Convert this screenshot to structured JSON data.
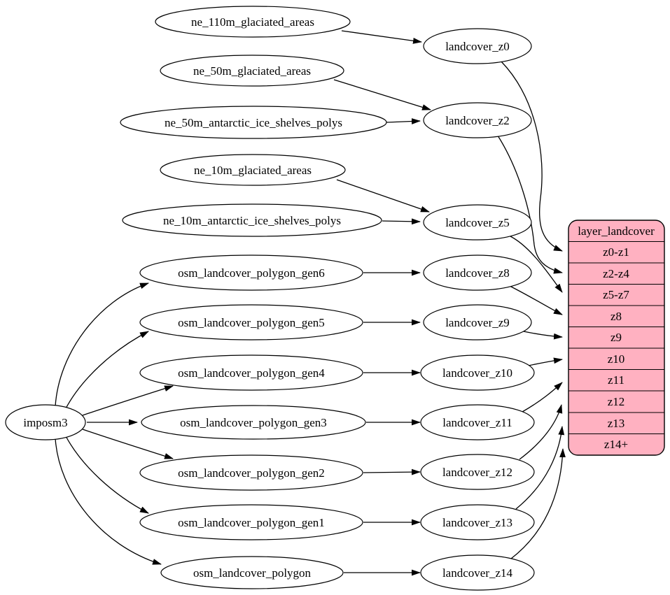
{
  "diagram": {
    "kind": "graphviz-dataflow",
    "colors": {
      "background": "#ffffff",
      "node_fill": "#ffffff",
      "node_stroke": "#000000",
      "edge": "#000000",
      "table_fill": "#ffb1c1",
      "text": "#000000"
    },
    "importer": {
      "label": "imposm3"
    },
    "sources": [
      {
        "id": "ne_110m_glaciated_areas",
        "label": "ne_110m_glaciated_areas"
      },
      {
        "id": "ne_50m_glaciated_areas",
        "label": "ne_50m_glaciated_areas"
      },
      {
        "id": "ne_50m_antarctic_ice_shelves_polys",
        "label": "ne_50m_antarctic_ice_shelves_polys"
      },
      {
        "id": "ne_10m_glaciated_areas",
        "label": "ne_10m_glaciated_areas"
      },
      {
        "id": "ne_10m_antarctic_ice_shelves_polys",
        "label": "ne_10m_antarctic_ice_shelves_polys"
      },
      {
        "id": "osm_landcover_polygon_gen6",
        "label": "osm_landcover_polygon_gen6"
      },
      {
        "id": "osm_landcover_polygon_gen5",
        "label": "osm_landcover_polygon_gen5"
      },
      {
        "id": "osm_landcover_polygon_gen4",
        "label": "osm_landcover_polygon_gen4"
      },
      {
        "id": "osm_landcover_polygon_gen3",
        "label": "osm_landcover_polygon_gen3"
      },
      {
        "id": "osm_landcover_polygon_gen2",
        "label": "osm_landcover_polygon_gen2"
      },
      {
        "id": "osm_landcover_polygon_gen1",
        "label": "osm_landcover_polygon_gen1"
      },
      {
        "id": "osm_landcover_polygon",
        "label": "osm_landcover_polygon"
      }
    ],
    "intermediates": [
      {
        "id": "landcover_z0",
        "label": "landcover_z0"
      },
      {
        "id": "landcover_z2",
        "label": "landcover_z2"
      },
      {
        "id": "landcover_z5",
        "label": "landcover_z5"
      },
      {
        "id": "landcover_z8",
        "label": "landcover_z8"
      },
      {
        "id": "landcover_z9",
        "label": "landcover_z9"
      },
      {
        "id": "landcover_z10",
        "label": "landcover_z10"
      },
      {
        "id": "landcover_z11",
        "label": "landcover_z11"
      },
      {
        "id": "landcover_z12",
        "label": "landcover_z12"
      },
      {
        "id": "landcover_z13",
        "label": "landcover_z13"
      },
      {
        "id": "landcover_z14",
        "label": "landcover_z14"
      }
    ],
    "table": {
      "title": "layer_landcover",
      "rows": [
        "z0-z1",
        "z2-z4",
        "z5-z7",
        "z8",
        "z9",
        "z10",
        "z11",
        "z12",
        "z13",
        "z14+"
      ]
    },
    "edges": [
      {
        "from": "imposm3",
        "to": "osm_landcover_polygon_gen6"
      },
      {
        "from": "imposm3",
        "to": "osm_landcover_polygon_gen5"
      },
      {
        "from": "imposm3",
        "to": "osm_landcover_polygon_gen4"
      },
      {
        "from": "imposm3",
        "to": "osm_landcover_polygon_gen3"
      },
      {
        "from": "imposm3",
        "to": "osm_landcover_polygon_gen2"
      },
      {
        "from": "imposm3",
        "to": "osm_landcover_polygon_gen1"
      },
      {
        "from": "imposm3",
        "to": "osm_landcover_polygon"
      },
      {
        "from": "ne_110m_glaciated_areas",
        "to": "landcover_z0"
      },
      {
        "from": "ne_50m_glaciated_areas",
        "to": "landcover_z2"
      },
      {
        "from": "ne_50m_antarctic_ice_shelves_polys",
        "to": "landcover_z2"
      },
      {
        "from": "ne_10m_glaciated_areas",
        "to": "landcover_z5"
      },
      {
        "from": "ne_10m_antarctic_ice_shelves_polys",
        "to": "landcover_z5"
      },
      {
        "from": "osm_landcover_polygon_gen6",
        "to": "landcover_z8"
      },
      {
        "from": "osm_landcover_polygon_gen5",
        "to": "landcover_z9"
      },
      {
        "from": "osm_landcover_polygon_gen4",
        "to": "landcover_z10"
      },
      {
        "from": "osm_landcover_polygon_gen3",
        "to": "landcover_z11"
      },
      {
        "from": "osm_landcover_polygon_gen2",
        "to": "landcover_z12"
      },
      {
        "from": "osm_landcover_polygon_gen1",
        "to": "landcover_z13"
      },
      {
        "from": "osm_landcover_polygon",
        "to": "landcover_z14"
      },
      {
        "from": "landcover_z0",
        "to": "layer_landcover.z0-z1"
      },
      {
        "from": "landcover_z2",
        "to": "layer_landcover.z2-z4"
      },
      {
        "from": "landcover_z5",
        "to": "layer_landcover.z5-z7"
      },
      {
        "from": "landcover_z8",
        "to": "layer_landcover.z8"
      },
      {
        "from": "landcover_z9",
        "to": "layer_landcover.z9"
      },
      {
        "from": "landcover_z10",
        "to": "layer_landcover.z10"
      },
      {
        "from": "landcover_z11",
        "to": "layer_landcover.z11"
      },
      {
        "from": "landcover_z12",
        "to": "layer_landcover.z12"
      },
      {
        "from": "landcover_z13",
        "to": "layer_landcover.z13"
      },
      {
        "from": "landcover_z14",
        "to": "layer_landcover.z14+"
      }
    ]
  }
}
